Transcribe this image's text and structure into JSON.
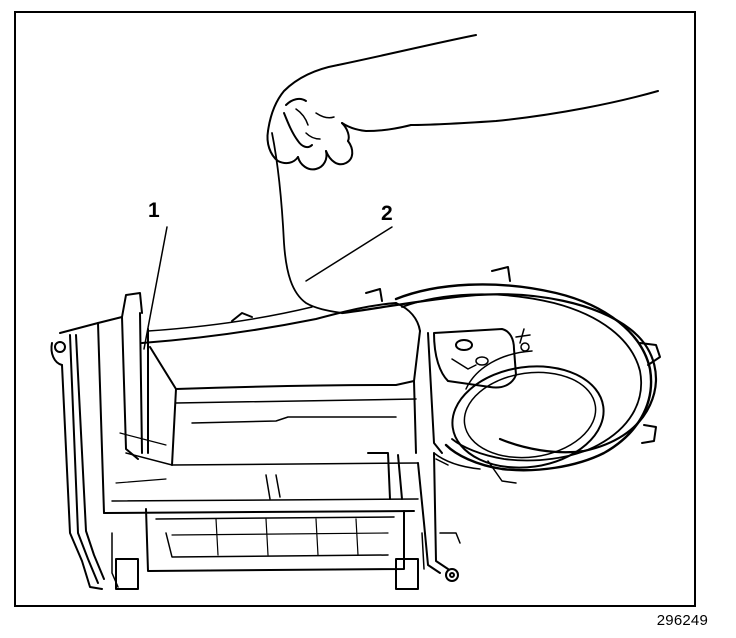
{
  "callouts": [
    {
      "label": "1",
      "target": "housing-edge"
    },
    {
      "label": "2",
      "target": "cutting-wire"
    }
  ],
  "figure_number": "296249",
  "colors": {
    "ink": "#000000",
    "paper": "#ffffff"
  }
}
